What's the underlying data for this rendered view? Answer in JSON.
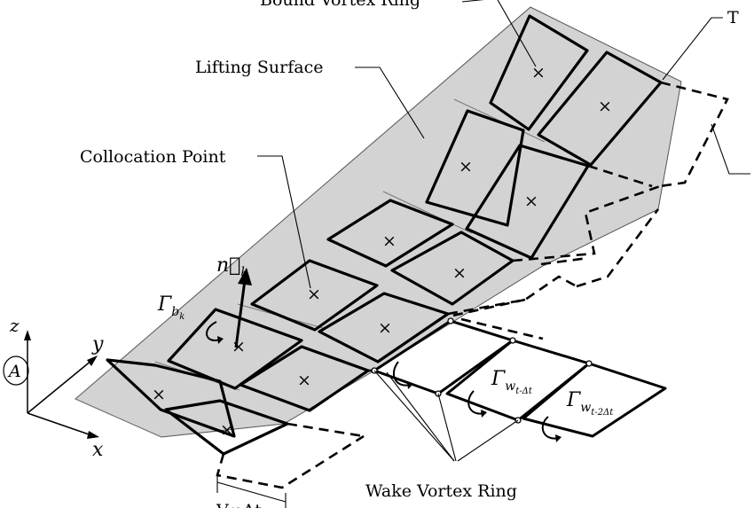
{
  "labels": {
    "bound_vortex_ring": "Bound Vortex Ring",
    "lifting_surface": "Lifting Surface",
    "collocation_point": "Collocation Point",
    "wake_vortex_ring": "Wake Vortex Ring",
    "top_right_cut": "T",
    "bottom_dim": "V∞Δt"
  },
  "symbols": {
    "normal_vector": "n⃗",
    "normal_sub": "k",
    "gamma": "Γ",
    "gamma_b_sub": "b",
    "gamma_b_subsub": "k",
    "gamma_w1_sub": "w",
    "gamma_w1_subsub": "t-Δt",
    "gamma_w2_sub": "w",
    "gamma_w2_subsub": "t-2Δt",
    "axis_x": "x",
    "axis_y": "y",
    "axis_z": "z",
    "frame": "A",
    "collocation_mark": "×"
  },
  "colors": {
    "surface_fill": "#d3d3d3",
    "stroke": "#000000"
  }
}
